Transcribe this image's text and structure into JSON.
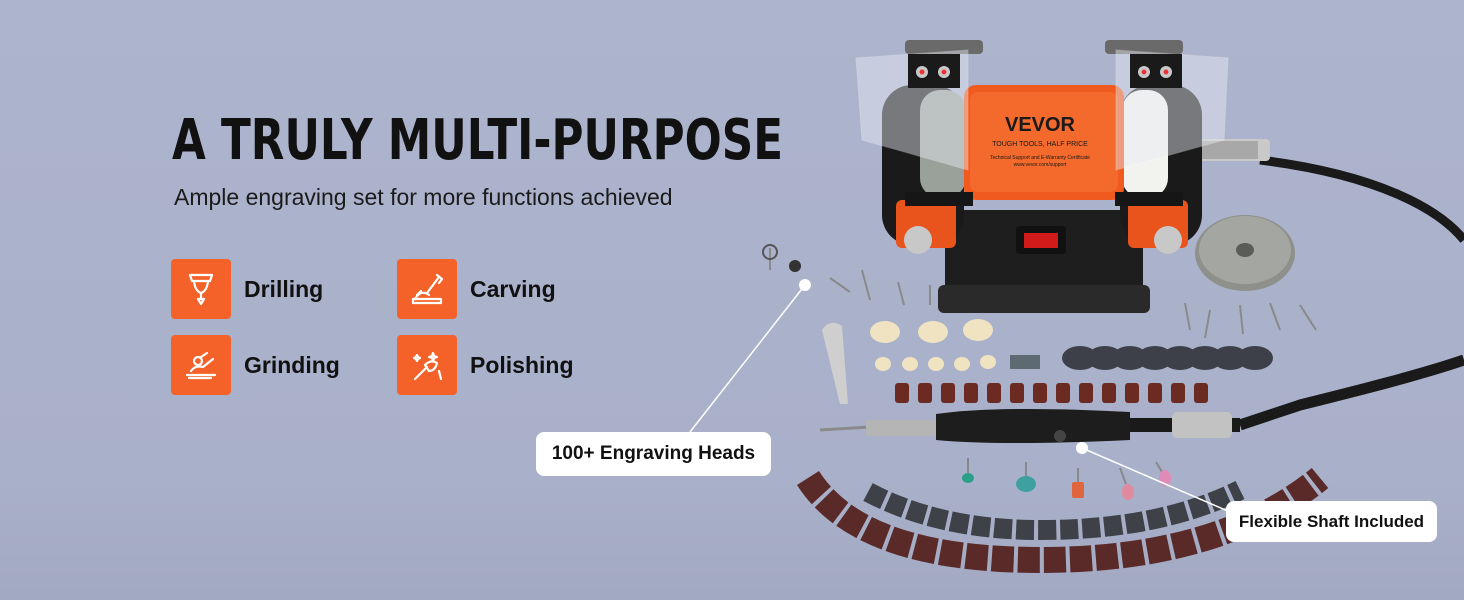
{
  "headline": "A TRULY MULTI-PURPOSE",
  "subheadline": "Ample engraving set for more functions achieved",
  "features": [
    {
      "label": "Drilling",
      "icon": "drill-icon"
    },
    {
      "label": "Carving",
      "icon": "carving-icon"
    },
    {
      "label": "Grinding",
      "icon": "grinder-icon"
    },
    {
      "label": "Polishing",
      "icon": "polishing-icon"
    }
  ],
  "product": {
    "brand": "VEVOR",
    "tagline": "TOUGH TOOLS, HALF PRICE",
    "support_text": "Technical Support and E-Warranty Certificate",
    "support_url": "www.vevor.com/support"
  },
  "callouts": {
    "engraving_heads": "100+ Engraving Heads",
    "flexible_shaft": "Flexible Shaft Included"
  },
  "colors": {
    "background": "#adb4cd",
    "accent": "#f4622a",
    "grinder_orange": "#f05a1e",
    "text": "#111111"
  }
}
